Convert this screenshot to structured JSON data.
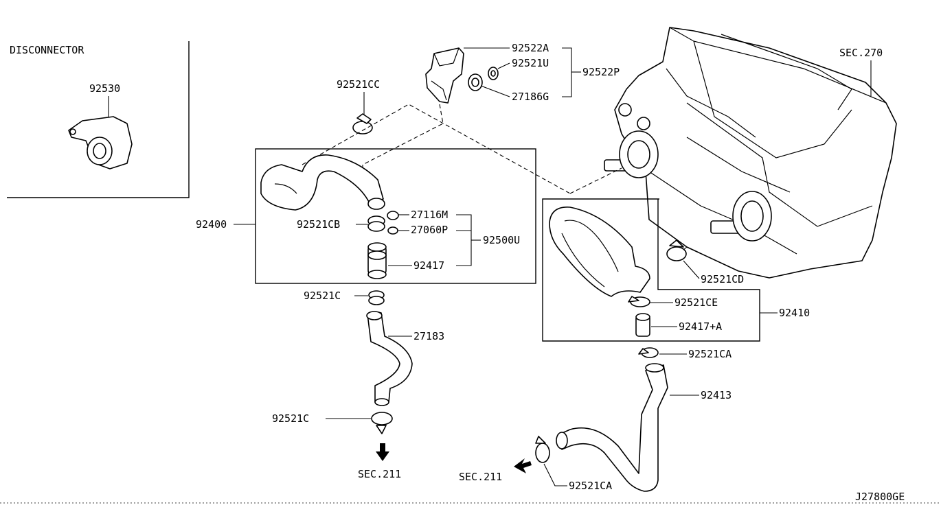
{
  "labels": {
    "disconnector": "DISCONNECTOR",
    "p92530": "92530",
    "p92521CC": "92521CC",
    "p92522A": "92522A",
    "p92521U": "92521U",
    "p92522P": "92522P",
    "p27186G": "27186G",
    "sec270": "SEC.270",
    "p92400": "92400",
    "p92521CB": "92521CB",
    "p27116M": "27116M",
    "p27060P": "27060P",
    "p92500U": "92500U",
    "p92417": "92417",
    "p92521C_top": "92521C",
    "p27183": "27183",
    "p92521C_bottom": "92521C",
    "sec211_left": "SEC.211",
    "p92521CD": "92521CD",
    "p92521CE": "92521CE",
    "p92410": "92410",
    "p92417A": "92417+A",
    "p92521CA_top": "92521CA",
    "p92413": "92413",
    "sec211_right": "SEC.211",
    "p92521CA_bottom": "92521CA",
    "diagram_code": "J27800GE"
  }
}
